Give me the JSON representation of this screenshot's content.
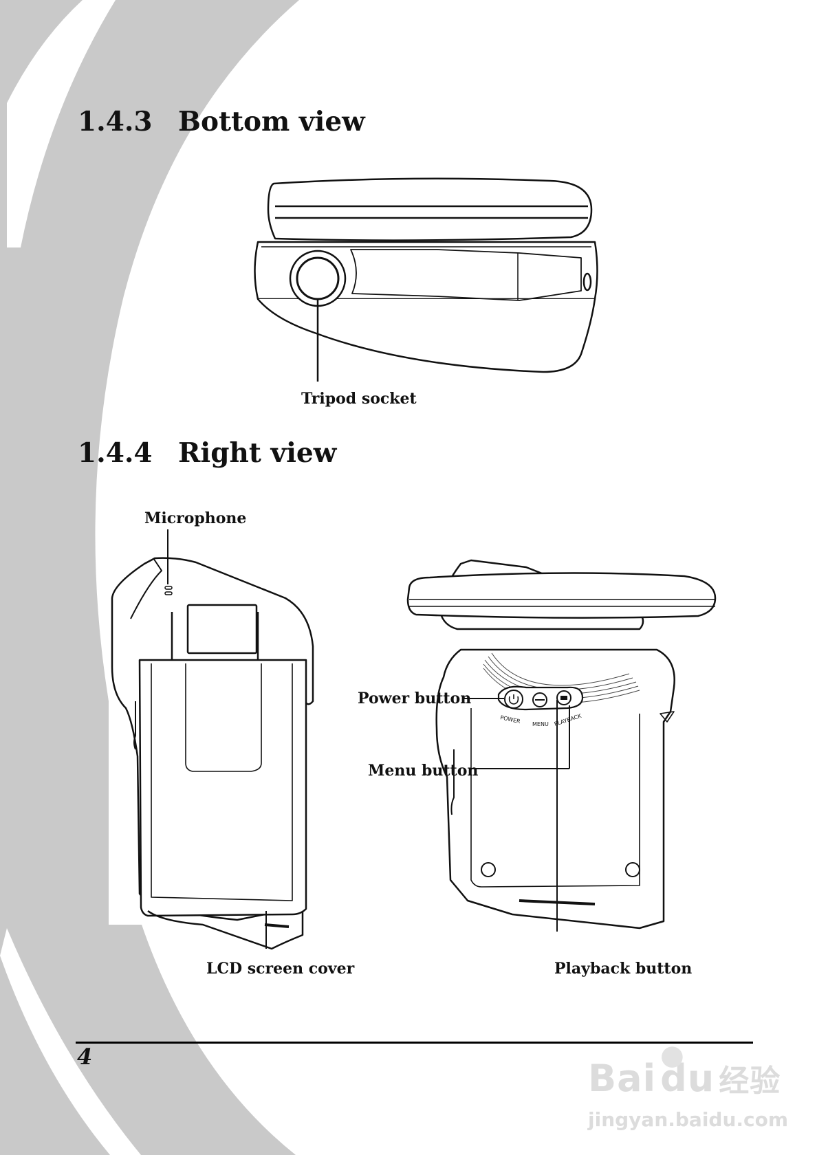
{
  "sections": [
    {
      "number": "1.4.3",
      "title": "Bottom view"
    },
    {
      "number": "1.4.4",
      "title": "Right view"
    }
  ],
  "labels": {
    "tripod_socket": "Tripod socket",
    "microphone": "Microphone",
    "power_button": "Power button",
    "menu_button": "Menu button",
    "lcd_screen_cover": "LCD screen cover",
    "playback_button": "Playback button"
  },
  "device_markings": {
    "power": "POWER",
    "menu": "MENU",
    "playback": "PLAYBACK"
  },
  "page_number": "4",
  "watermark": {
    "brand": "Bai",
    "brand_suffix": "du",
    "product": "经验",
    "url": "jingyan.baidu.com"
  },
  "colors": {
    "swoosh": "#c9c9c9",
    "text": "#111111",
    "rule": "#000000"
  }
}
